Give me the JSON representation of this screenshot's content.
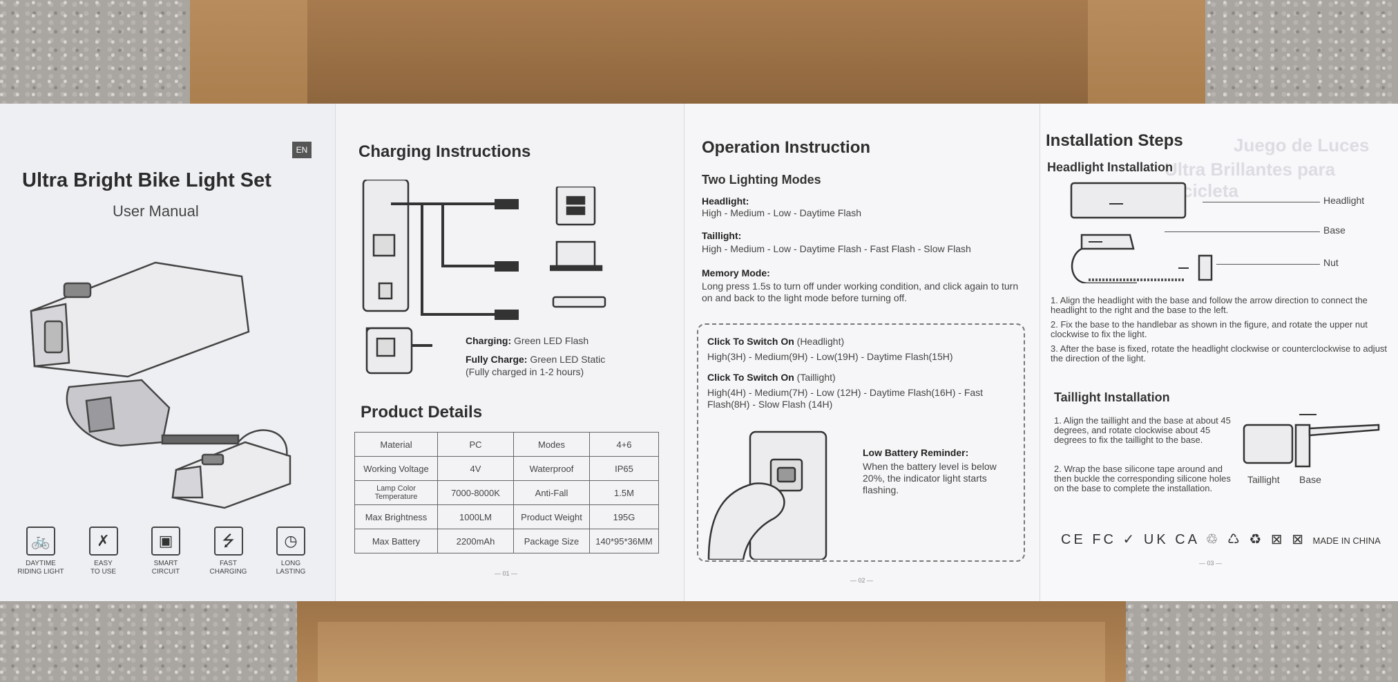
{
  "cover": {
    "badge": "EN",
    "title": "Ultra Bright Bike Light Set",
    "subtitle": "User Manual",
    "features": [
      {
        "icon": "bike-icon",
        "line1": "DAYTIME",
        "line2": "RIDING LIGHT"
      },
      {
        "icon": "tools-icon",
        "line1": "EASY",
        "line2": "TO USE"
      },
      {
        "icon": "chip-icon",
        "line1": "SMART",
        "line2": "CIRCUIT"
      },
      {
        "icon": "usb-icon",
        "line1": "FAST",
        "line2": "CHARGING"
      },
      {
        "icon": "battery-clock-icon",
        "line1": "LONG",
        "line2": "LASTING"
      }
    ]
  },
  "charging": {
    "title": "Charging Instructions",
    "charging_label": "Charging:",
    "charging_value": "Green LED Flash",
    "full_label": "Fully Charge:",
    "full_value": "Green LED Static",
    "full_note": "(Fully charged in 1-2 hours)"
  },
  "product": {
    "title": "Product Details",
    "rows": [
      [
        "Material",
        "PC",
        "Modes",
        "4+6"
      ],
      [
        "Working Voltage",
        "4V",
        "Waterproof",
        "IP65"
      ],
      [
        "Lamp Color Temperature",
        "7000-8000K",
        "Anti-Fall",
        "1.5M"
      ],
      [
        "Max Brightness",
        "1000LM",
        "Product Weight",
        "195G"
      ],
      [
        "Max Battery",
        "2200mAh",
        "Package Size",
        "140*95*36MM"
      ]
    ],
    "page": "— 01 —"
  },
  "operation": {
    "title": "Operation Instruction",
    "modes_title": "Two Lighting Modes",
    "headlight_label": "Headlight:",
    "headlight_modes": "High - Medium - Low - Daytime Flash",
    "taillight_label": "Taillight:",
    "taillight_modes": "High - Medium - Low - Daytime Flash - Fast Flash - Slow Flash",
    "memory_label": "Memory Mode:",
    "memory_text": "Long press 1.5s to turn off under working condition, and click again to turn on and back to the light mode before turning off.",
    "click_head_bold": "Click To Switch On",
    "click_head_rest": " (Headlight)",
    "click_head_times": "High(3H) - Medium(9H) - Low(19H) - Daytime Flash(15H)",
    "click_tail_bold": "Click To Switch On",
    "click_tail_rest": " (Taillight)",
    "click_tail_times": "High(4H) - Medium(7H)  - Low (12H) - Daytime Flash(16H) - Fast Flash(8H)  - Slow Flash (14H)",
    "battery_title": "Low Battery Reminder:",
    "battery_text": "When the battery level is below 20%, the indicator light starts flashing.",
    "page": "— 02 —"
  },
  "installation": {
    "title": "Installation Steps",
    "head_title": "Headlight Installation",
    "labels": {
      "headlight": "Headlight",
      "base": "Base",
      "nut": "Nut",
      "taillight": "Taillight",
      "base2": "Base"
    },
    "head_steps": [
      "1. Align the headlight with the base and follow the arrow direction to connect the headlight to the right and the base to the left.",
      "2. Fix the base to the handlebar as shown in the figure, and rotate the upper nut clockwise to fix the light.",
      "3. After the base is fixed, rotate the headlight clockwise or counterclockwise to adjust the direction of the light."
    ],
    "tail_title": "Taillight Installation",
    "tail_steps": [
      "1. Align the taillight and the base at about 45 degrees, and rotate clockwise about 45 degrees to fix the taillight to the base.",
      "2. Wrap the base silicone tape around and then buckle the corresponding silicone holes on the base to complete the installation."
    ],
    "marks": "CE FC ✓ UK CA ♲ ♺ ♻ ⊠ ⊠",
    "made_in": "MADE IN CHINA",
    "page": "— 03 —"
  }
}
